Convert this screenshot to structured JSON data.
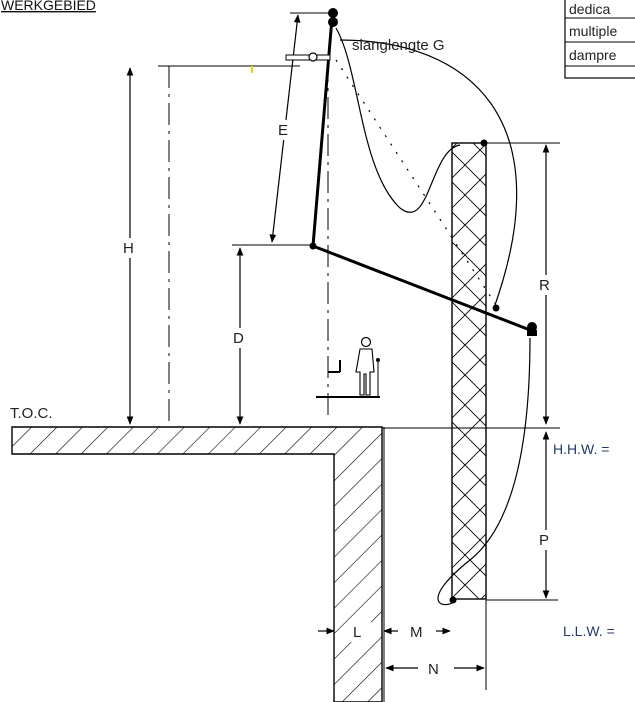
{
  "title": "WERKGEBIED",
  "table": {
    "rows": [
      "dedica",
      "multiple",
      "dampre"
    ]
  },
  "labels": {
    "hose": "slanglengte G",
    "E": "E",
    "H": "H",
    "D": "D",
    "R": "R",
    "P": "P",
    "L": "L",
    "M": "M",
    "N": "N",
    "toc": "T.O.C.",
    "hhw": "H.H.W. =",
    "llw": "L.L.W. ="
  },
  "colors": {
    "line": "#000000",
    "accent_text": "#243a6b",
    "marker": "#f2d400"
  }
}
